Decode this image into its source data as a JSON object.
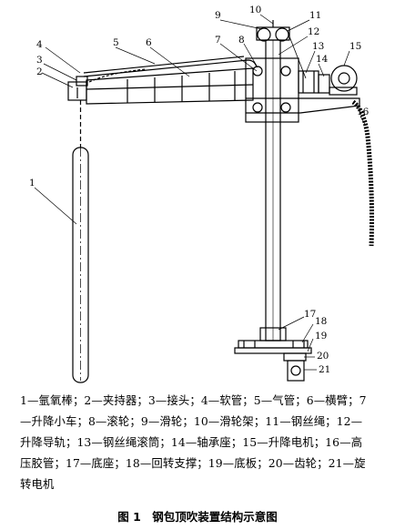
{
  "figure": {
    "labels": {
      "l1": "1",
      "l2": "2",
      "l3": "3",
      "l4": "4",
      "l5": "5",
      "l6": "6",
      "l7": "7",
      "l8": "8",
      "l9": "9",
      "l10": "10",
      "l11": "11",
      "l12": "12",
      "l13": "13",
      "l14": "14",
      "l15": "15",
      "l16": "16",
      "l17": "17",
      "l18": "18",
      "l19": "19",
      "l20": "20",
      "l21": "21"
    },
    "legend_lines": [
      "1—氩氧棒；2—夹持器；3—接头；4—软管；5—气管；6—横臂；7",
      "—升降小车；8—滚轮；9—滑轮；10—滑轮架；11—钢丝绳；12—",
      "升降导轨；13—钢丝绳滚筒；14—轴承座；15—升降电机；16—高",
      "压胶管；17—底座；18—回转支撑；19—底板；20—齿轮；21—旋",
      "转电机"
    ],
    "caption": "图 1　钢包顶吹装置结构示意图"
  }
}
